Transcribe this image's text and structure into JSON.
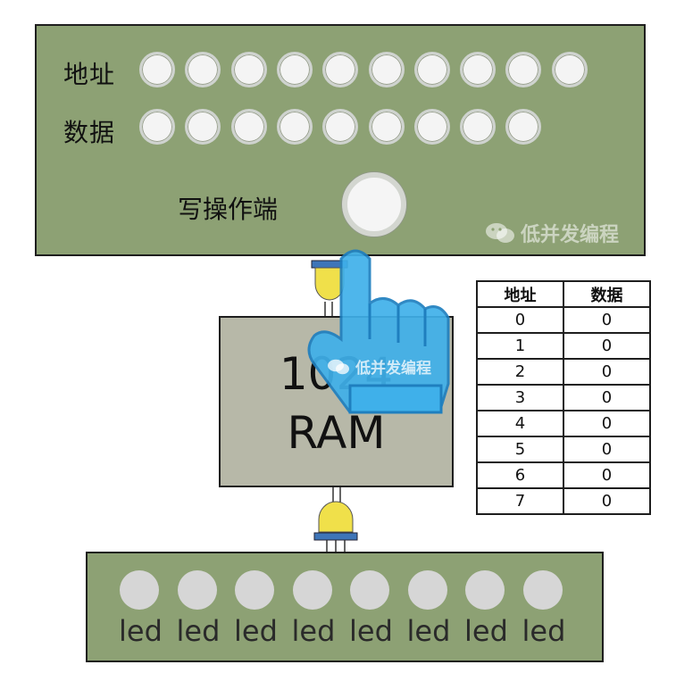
{
  "input_panel": {
    "address_label": "地址",
    "data_label": "数据",
    "write_label": "写操作端",
    "address_switch_count": 10,
    "data_switch_count": 9
  },
  "watermark": "低并发编程",
  "ram": {
    "line1": "1024",
    "line2": "RAM"
  },
  "memory_table": {
    "headers": [
      "地址",
      "数据"
    ],
    "rows": [
      [
        "0",
        "0"
      ],
      [
        "1",
        "0"
      ],
      [
        "2",
        "0"
      ],
      [
        "3",
        "0"
      ],
      [
        "4",
        "0"
      ],
      [
        "5",
        "0"
      ],
      [
        "6",
        "0"
      ],
      [
        "7",
        "0"
      ]
    ]
  },
  "output_panel": {
    "led_label": "led",
    "led_count": 8
  },
  "colors": {
    "panel": "#8da174",
    "ram": "#b7b8a8",
    "bulb": "#f0e04a",
    "bulb_base": "#3e75b8",
    "hand": "#3fb0ea"
  }
}
